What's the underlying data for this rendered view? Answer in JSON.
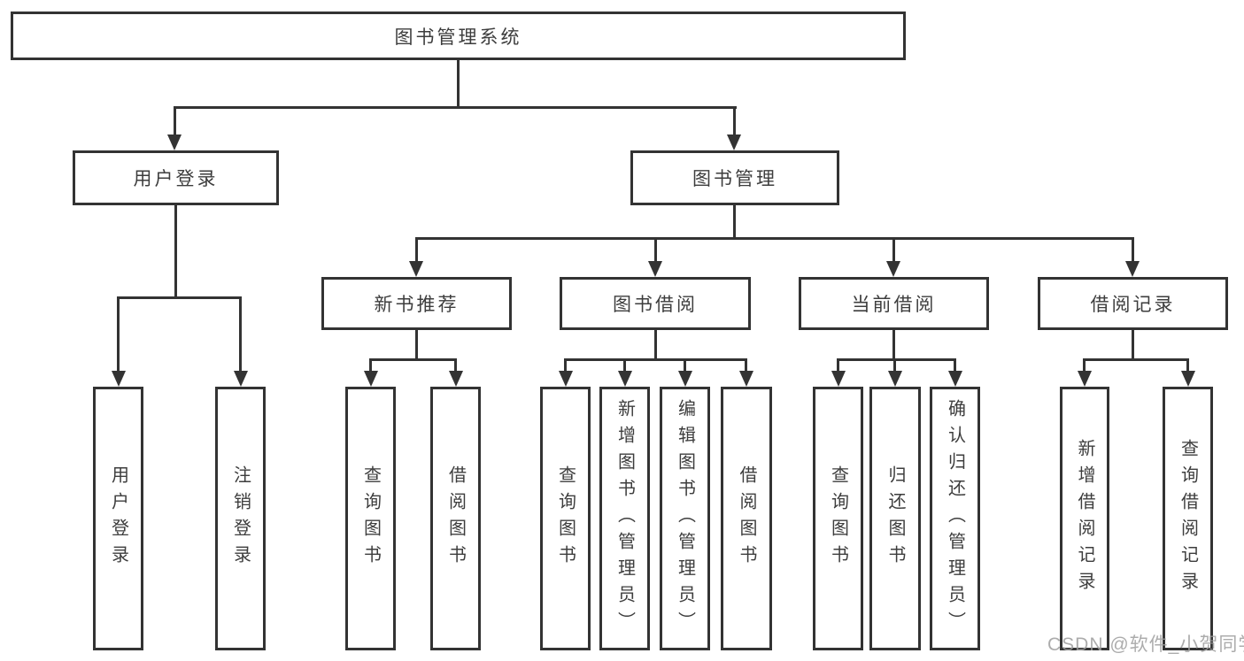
{
  "diagram": {
    "title": "图书管理系统",
    "root": {
      "label": "图书管理系统"
    },
    "branches": [
      {
        "label": "用户登录",
        "children": [
          {
            "label": "用户登录"
          },
          {
            "label": "注销登录"
          }
        ]
      },
      {
        "label": "图书管理",
        "children": [
          {
            "label": "新书推荐",
            "children": [
              {
                "label": "查询图书"
              },
              {
                "label": "借阅图书"
              }
            ]
          },
          {
            "label": "图书借阅",
            "children": [
              {
                "label": "查询图书"
              },
              {
                "label": "新增图书（管理员）"
              },
              {
                "label": "编辑图书（管理员）"
              },
              {
                "label": "借阅图书"
              }
            ]
          },
          {
            "label": "当前借阅",
            "children": [
              {
                "label": "查询图书"
              },
              {
                "label": "归还图书"
              },
              {
                "label": "确认归还（管理员）"
              }
            ]
          },
          {
            "label": "借阅记录",
            "children": [
              {
                "label": "新增借阅记录"
              },
              {
                "label": "查询借阅记录"
              }
            ]
          }
        ]
      }
    ]
  },
  "watermark": {
    "text": "CSDN @软件_小贺同学"
  },
  "colors": {
    "line": "#333333",
    "text": "#3d3d3d",
    "background": "#ffffff",
    "watermark": "#9e9e9e"
  }
}
